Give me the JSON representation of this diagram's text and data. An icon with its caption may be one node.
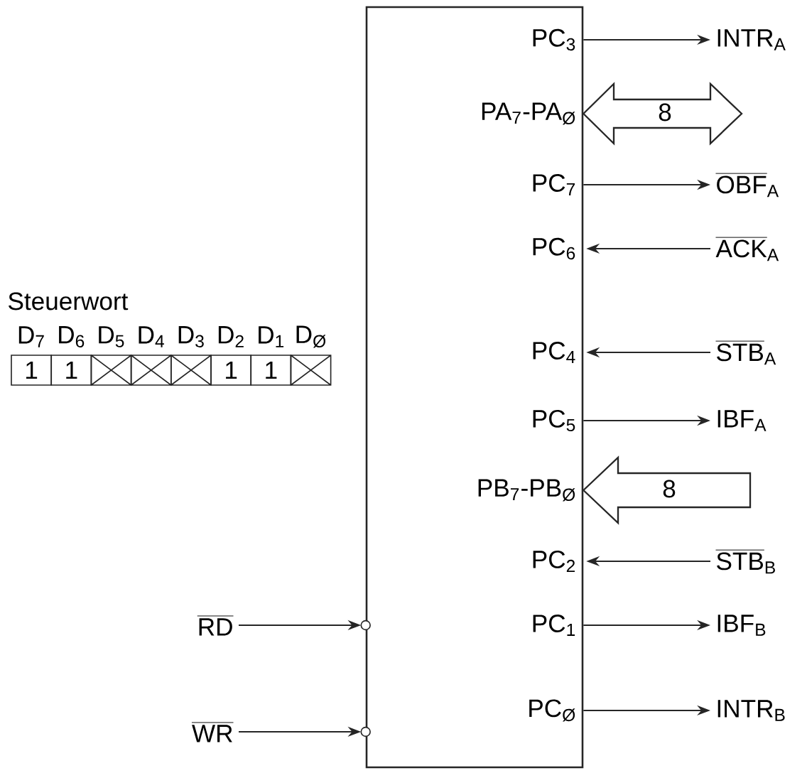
{
  "diagram": {
    "nodes": [
      {
        "text": [],
        "shape": "box"
      },
      {
        "text": [
          "PC$_{3}$"
        ],
        "in": 0
      },
      {
        "text": [
          "PA$_{7}$-PA$_{Ø}$"
        ],
        "in": 0
      },
      {
        "text": [
          "PC$_{7}$"
        ],
        "in": 0
      },
      {
        "text": [
          "PC$_{6}$"
        ],
        "in": 0
      },
      {
        "text": [
          "PC$_{4}$"
        ],
        "in": 0
      },
      {
        "text": [
          "PC$_{5}$"
        ],
        "in": 0
      },
      {
        "text": [
          "PB$_{7}$-PB$_{Ø}$"
        ],
        "in": 0
      },
      {
        "text": [
          "PC$_{2}$"
        ],
        "in": 0
      },
      {
        "text": [
          "PC$_{1}$"
        ],
        "in": 0
      },
      {
        "text": [
          "PC$_{Ø}$"
        ],
        "in": 0
      },
      {
        "text": [
          "\\mathsf{INTR}_{\\mathsf{A}}"
        ]
      },
      {
        "text": [
          "\\overline{\\mathsf{OBF}}_{\\mathsf{A}}"
        ]
      },
      {
        "text": [
          "\\overline{\\mathsf{ACK}}_{\\mathsf{A}}"
        ]
      },
      {
        "text": [
          "\\overline{\\mathsf{STB}}_{\\mathsf{A}}"
        ]
      },
      {
        "text": [
          "\\mathsf{IBF}_{\\mathsf{A}}"
        ]
      },
      {
        "text": [
          "\\overline{\\mathsf{STB}}_{\\mathsf{B}}"
        ]
      },
      {
        "text": [
          "\\mathsf{IBF}_{\\mathsf{B}}"
        ]
      },
      {
        "text": [
          "\\mathsf{INTR}_{\\mathsf{B}}"
        ]
      },
      {
        "text": [
          "\\overline{\\mathsf{RD}}"
        ]
      },
      {
        "text": [
          "\\overline{\\mathsf{WR}}"
        ]
      }
    ],
    "edges": [
      {
        "from": 1,
        "to": 11,
        "arrow": "to"
      },
      {
        "from": 2,
        "to": null,
        "arrow": "both",
        "label": "8",
        "style": "thick"
      },
      {
        "from": 3,
        "to": 12,
        "arrow": "to"
      },
      {
        "from": 13,
        "to": 4,
        "arrow": "to"
      },
      {
        "from": 14,
        "to": 5,
        "arrow": "to"
      },
      {
        "from": 6,
        "to": 15,
        "arrow": "to"
      },
      {
        "from": null,
        "to": 7,
        "arrow": "to",
        "label": "8",
        "style": "thick"
      },
      {
        "from": 16,
        "to": 8,
        "arrow": "to"
      },
      {
        "from": 9,
        "to": 17,
        "arrow": "to"
      },
      {
        "from": 10,
        "to": 18,
        "arrow": "to"
      },
      {
        "from": 19,
        "to": 0,
        "arrow": "to"
      },
      {
        "from": 20,
        "to": 0,
        "arrow": "to"
      }
    ],
    "labels": [
      "Steuerwort",
      "D$_{7}$",
      "D$_{6}$",
      "D$_{5}$",
      "D$_{4}$",
      "D$_{3}$",
      "D$_{2}$",
      "D$_{1}$",
      "D$_{Ø}$",
      "1",
      "1",
      "1",
      "1"
    ]
  }
}
